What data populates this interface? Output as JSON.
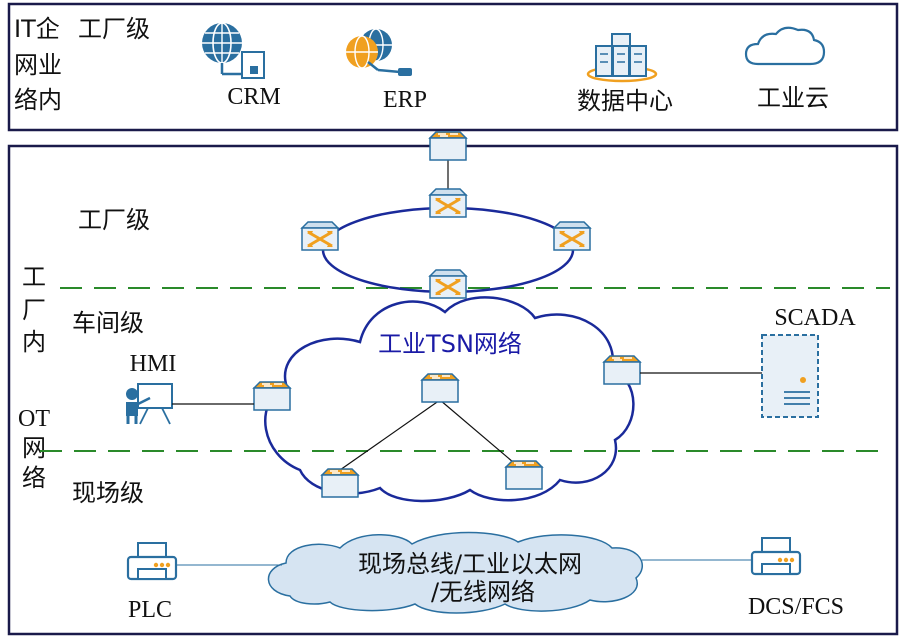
{
  "colors": {
    "frame": "#1a1a4a",
    "ring": "#1a2a9a",
    "dashed": "#2a8a2a",
    "device_fill": "#e6eef6",
    "device_stroke": "#2a6fa0",
    "switch_orange": "#f0a020",
    "bus_cloud": "#d6e4f2",
    "icon_blue": "#2a6fa0"
  },
  "it_zone": {
    "label_lines": [
      "IT企",
      "网业",
      "络内"
    ],
    "factory_level": "工厂级",
    "systems": {
      "crm": "CRM",
      "erp": "ERP",
      "datacenter": "数据中心",
      "cloud": "工业云"
    }
  },
  "ot_zone": {
    "label_lines_factory": [
      "工",
      "厂",
      "内"
    ],
    "label_lines_ot": [
      "OT",
      "网",
      "络"
    ],
    "levels": {
      "factory": "工厂级",
      "workshop": "车间级",
      "field": "现场级"
    },
    "tsn_network": "工业TSN网络",
    "devices": {
      "hmi": "HMI",
      "scada": "SCADA",
      "plc": "PLC",
      "dcs": "DCS/FCS"
    },
    "fieldbus_lines": [
      "现场总线/工业以太网",
      "/无线网络"
    ]
  }
}
